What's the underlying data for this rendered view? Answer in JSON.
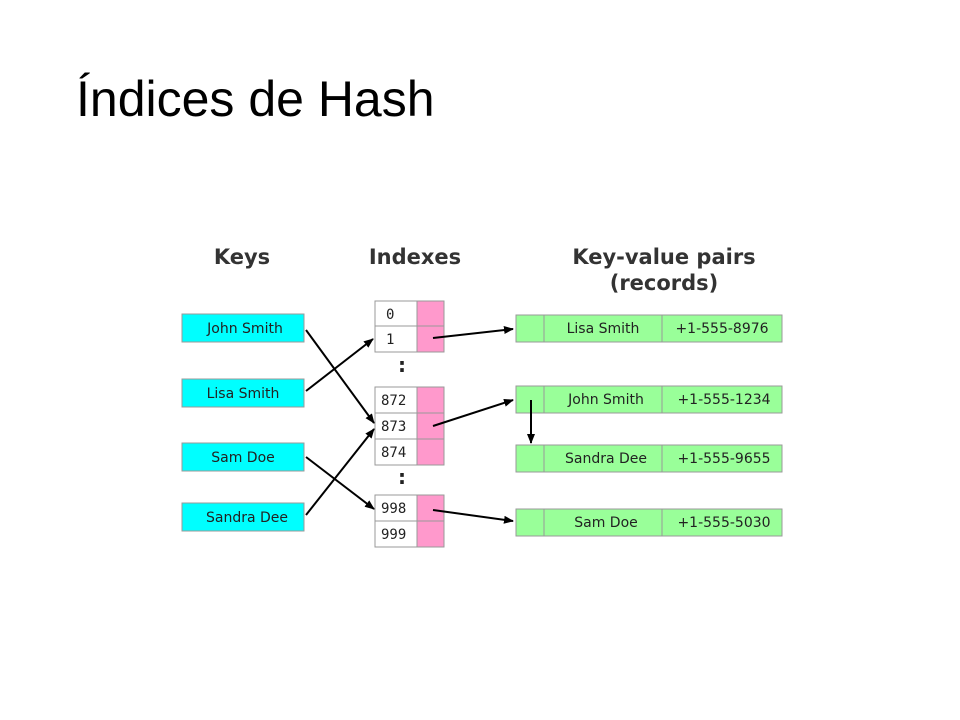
{
  "title": "Índices de Hash",
  "diagram": {
    "headers": {
      "keys": "Keys",
      "indexes": "Indexes",
      "records_line1": "Key-value pairs",
      "records_line2": "(records)"
    },
    "keys": [
      "John Smith",
      "Lisa Smith",
      "Sam Doe",
      "Sandra Dee"
    ],
    "indexes": {
      "group1": [
        "0",
        "1"
      ],
      "group2": [
        "872",
        "873",
        "874"
      ],
      "group3": [
        "998",
        "999"
      ],
      "ellipsis": ":"
    },
    "records": [
      {
        "name": "Lisa Smith",
        "phone": "+1-555-8976"
      },
      {
        "name": "John Smith",
        "phone": "+1-555-1234"
      },
      {
        "name": "Sandra Dee",
        "phone": "+1-555-9655"
      },
      {
        "name": "Sam Doe",
        "phone": "+1-555-5030"
      }
    ],
    "colors": {
      "key_fill": "#00FFFF",
      "index_slot": "#FF99CC",
      "record_fill": "#99FF99",
      "arrow": "#000000"
    }
  }
}
